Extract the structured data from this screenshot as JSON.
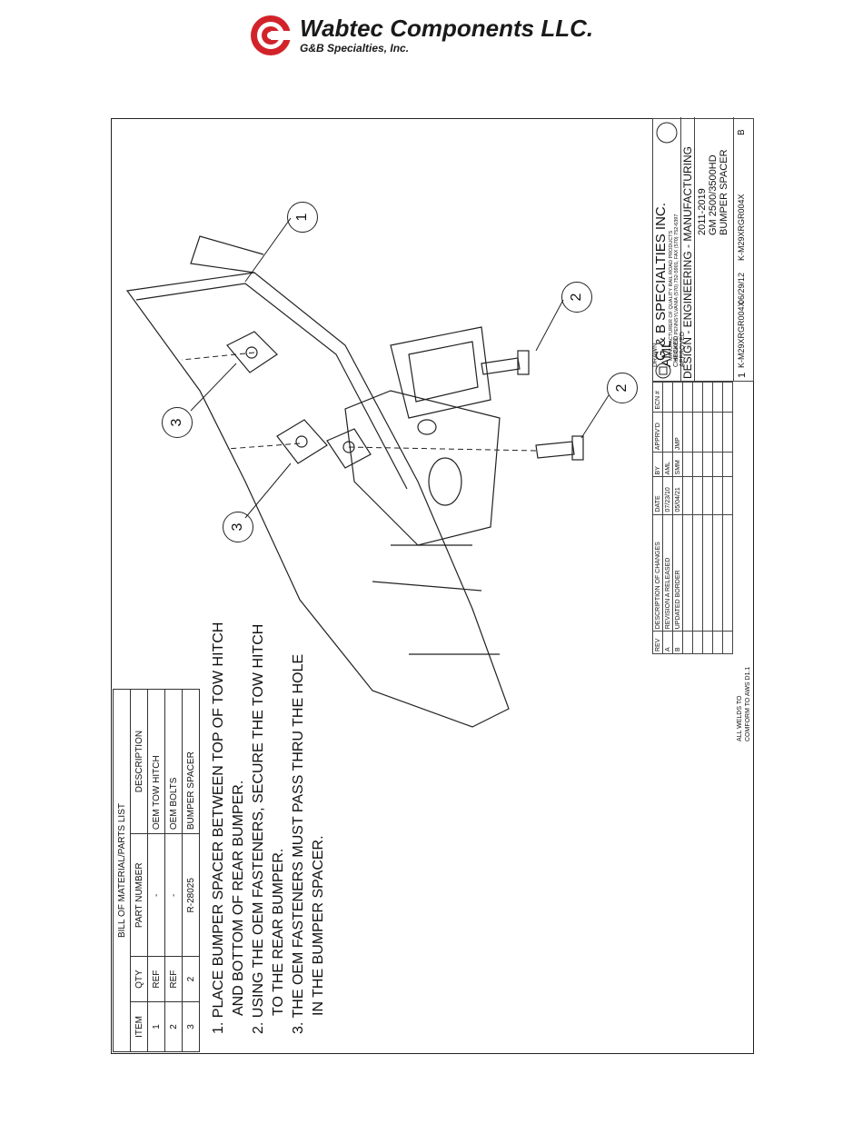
{
  "header": {
    "logo_title": "Wabtec Components LLC.",
    "logo_subtitle": "G&B Specialties, Inc."
  },
  "bom": {
    "title": "BILL OF MATERIAL/PARTS LIST",
    "columns": [
      "ITEM",
      "QTY",
      "PART NUMBER",
      "DESCRIPTION"
    ],
    "rows": [
      [
        "1",
        "REF",
        "-",
        "OEM TOW HITCH"
      ],
      [
        "2",
        "REF",
        "-",
        "OEM BOLTS"
      ],
      [
        "3",
        "2",
        "R-28025",
        "BUMPER SPACER"
      ]
    ]
  },
  "notes": [
    "1. PLACE BUMPER SPACER BETWEEN TOP OF TOW HITCH",
    "AND BOTTOM OF REAR BUMPER.",
    "2. USING THE OEM FASTENERS, SECURE THE TOW HITCH",
    "TO THE REAR BUMPER.",
    "3. THE OEM FASTENERS MUST PASS THRU THE HOLE",
    "IN THE BUMPER SPACER."
  ],
  "callouts": [
    "1",
    "2",
    "2",
    "3",
    "3"
  ],
  "revisions": {
    "columns": [
      "REV",
      "DESCRIPTION OF CHANGES",
      "DATE",
      "BY",
      "APPRV'D",
      "ECN #"
    ],
    "rows": [
      [
        "A",
        "REVISION A RELEASED",
        "07/23/10",
        "AML",
        "",
        ""
      ],
      [
        "B",
        "UPDATED BORDER",
        "05/04/21",
        "SMM",
        "JMP",
        ""
      ]
    ]
  },
  "title_block": {
    "drawn_label": "DRAWN",
    "drawn_by": "AML",
    "checked_label": "CHECKED",
    "approved_label": "APPROVED",
    "company_name": "G & B SPECIALTIES INC.",
    "company_addr1": "MANUFACTURER OF QUALITY RAIL ROAD PRODUCTS",
    "company_addr2": "BERWICK, PENNSYLVANIA (570) 752-5901, FAX (570) 752-6397",
    "tagline": "DESIGN - ENGINEERING - MANUFACTURING",
    "part_year": "2011-2019",
    "part_model": "GM 2500/3500HD",
    "part_name": "BUMPER SPACER",
    "sheet": "1",
    "drawing_number": "K-M29XRGR004X",
    "date_drawn": "06/29/12",
    "part_number": "K-M29XRGR004X",
    "revision": "B"
  },
  "welds_note_1": "ALL WELDS TO",
  "welds_note_2": "COMFORM TO AWS D1.1"
}
